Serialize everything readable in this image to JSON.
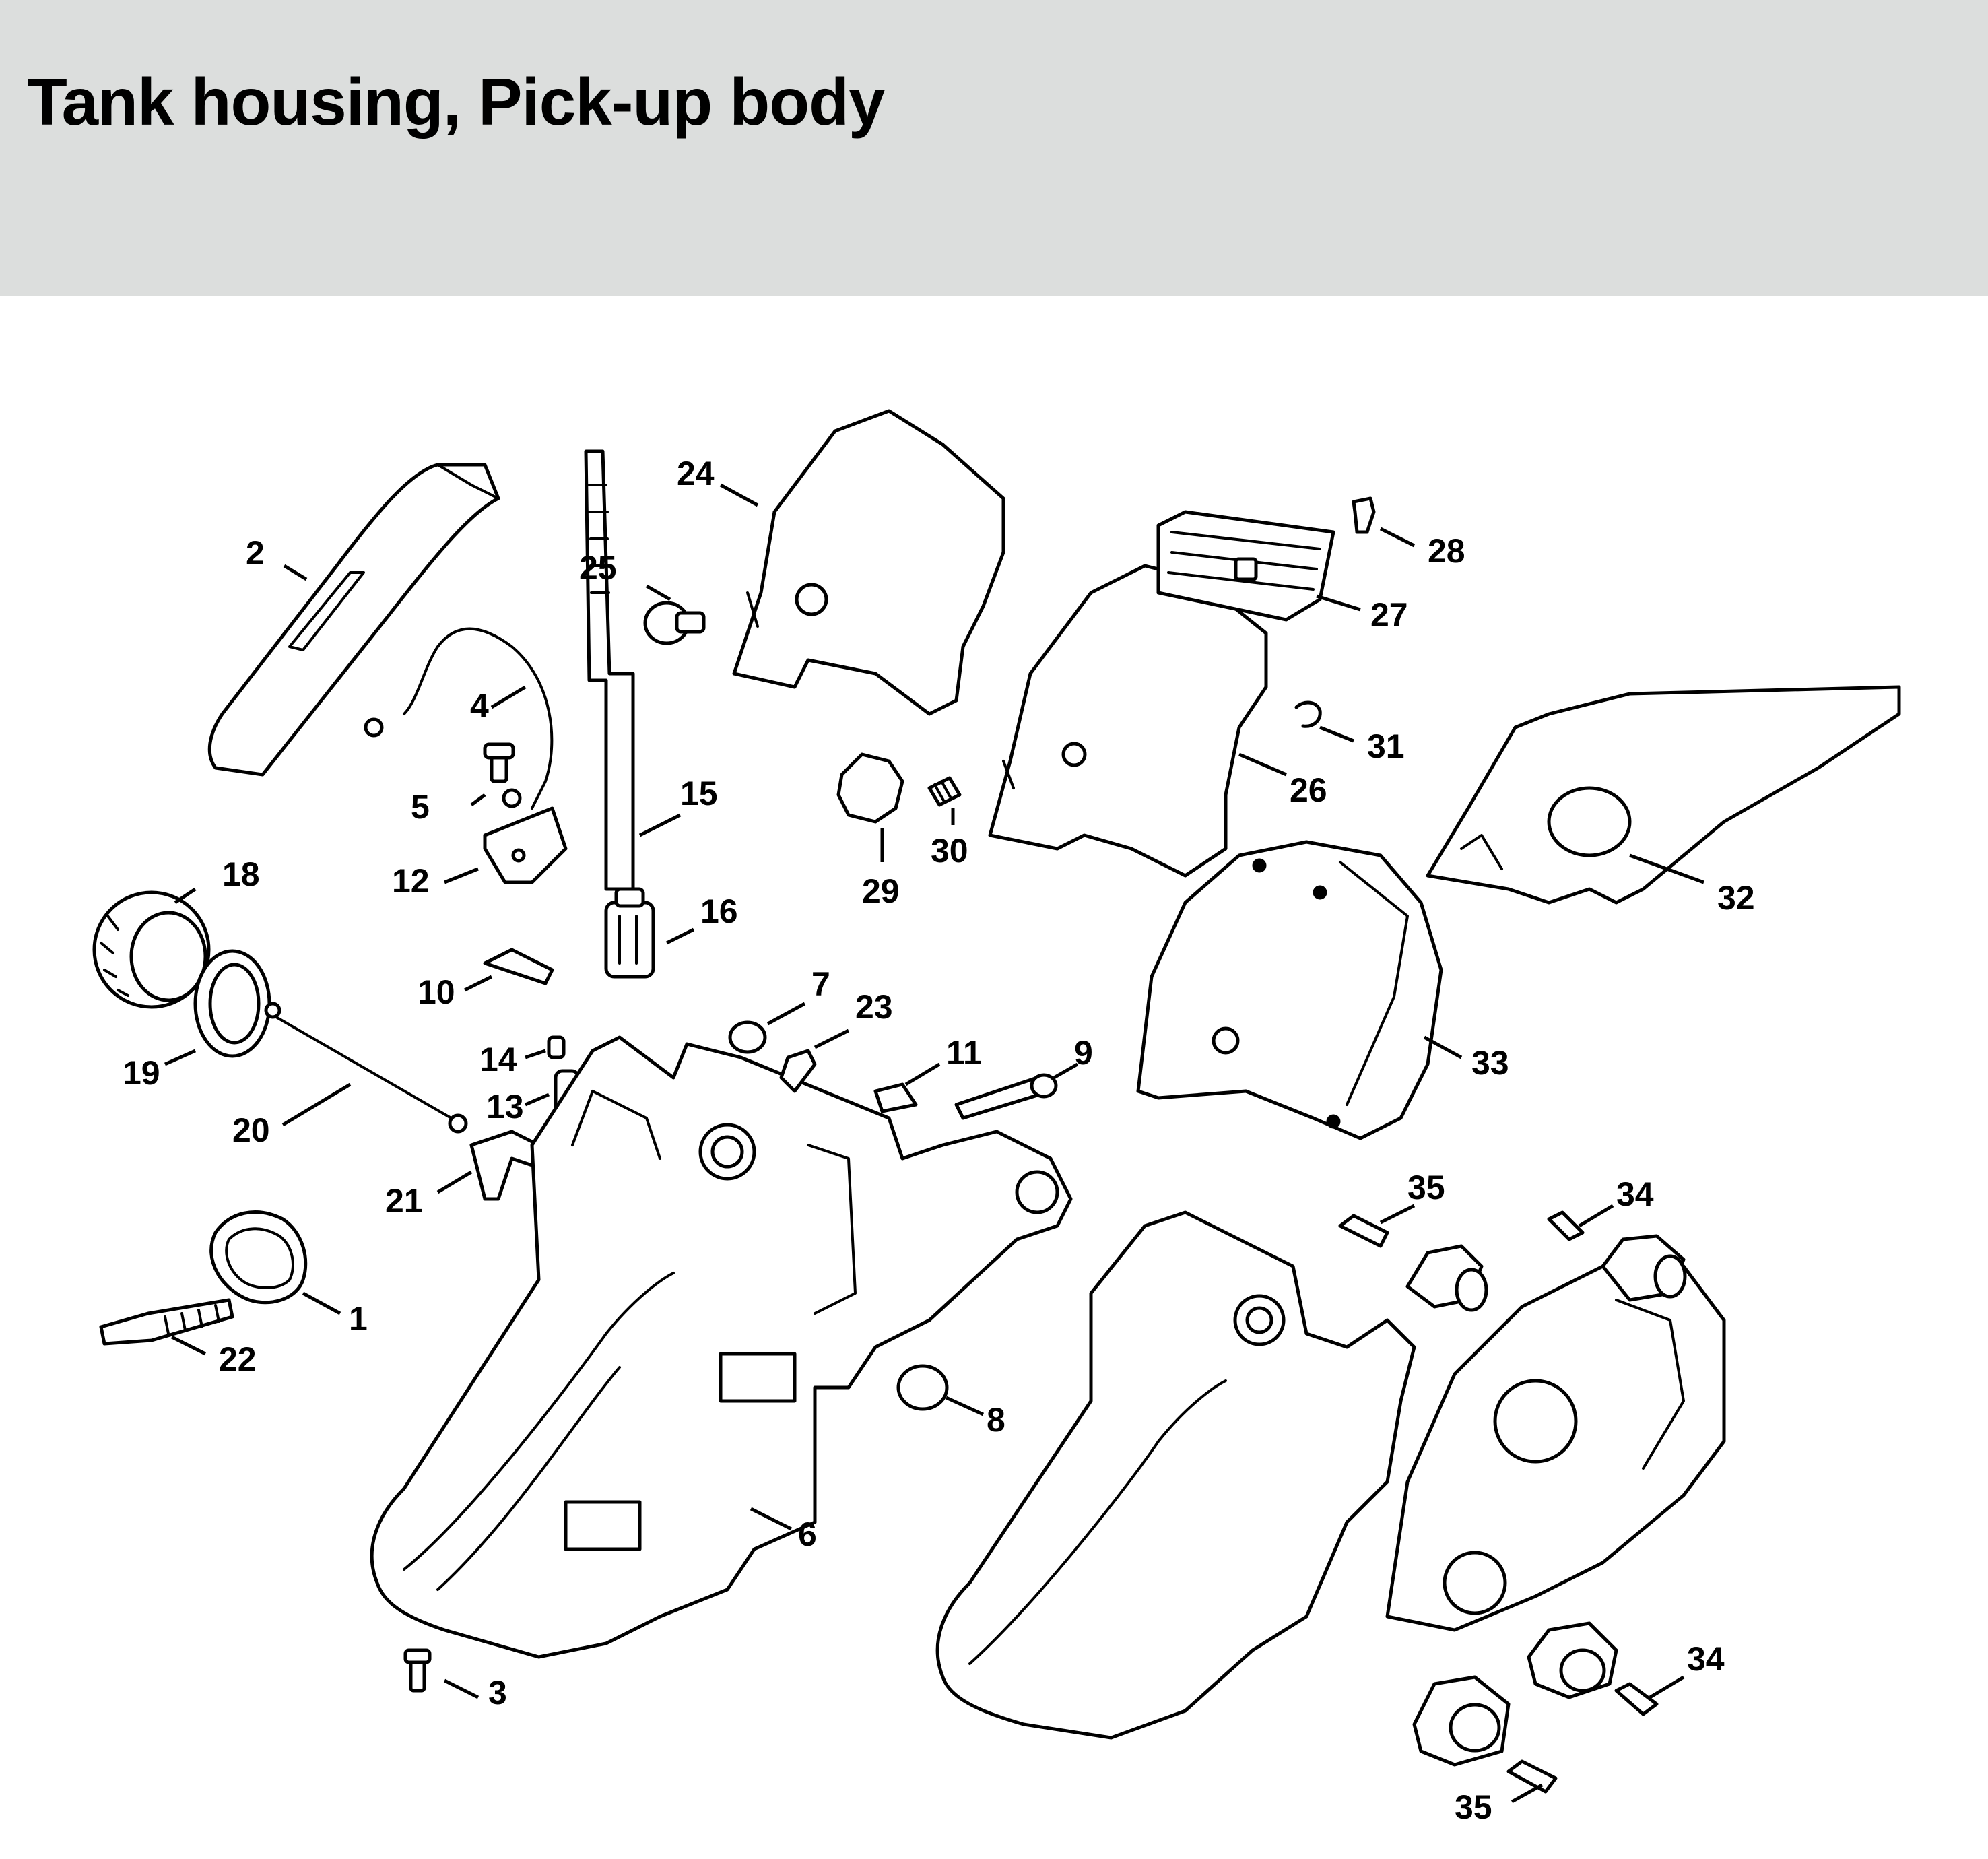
{
  "title": "Tank housing, Pick-up body",
  "diagram": {
    "callouts": [
      "1",
      "2",
      "3",
      "4",
      "5",
      "6",
      "7",
      "8",
      "9",
      "10",
      "11",
      "12",
      "13",
      "14",
      "15",
      "16",
      "18",
      "19",
      "20",
      "21",
      "22",
      "23",
      "24",
      "25",
      "26",
      "27",
      "28",
      "29",
      "30",
      "31",
      "32",
      "33",
      "34",
      "34",
      "35",
      "35"
    ]
  }
}
